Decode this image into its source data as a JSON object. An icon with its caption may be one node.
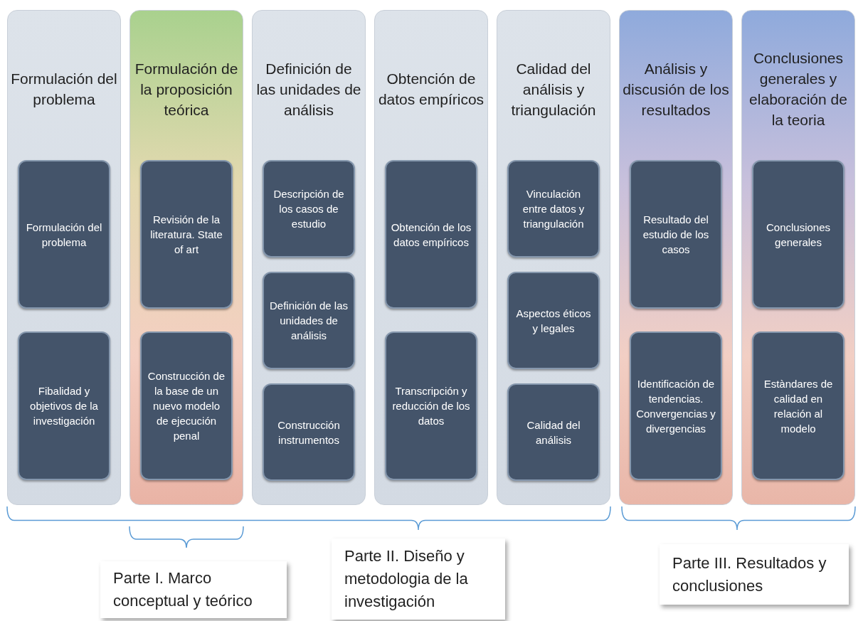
{
  "diagram": {
    "nodes": [
      {
        "text": [
          "Formulación del problema"
        ]
      },
      {
        "text": [
          "Formulación del problema"
        ],
        "in": 0
      },
      {
        "text": [
          "Fibalidad y objetivos de la investigación"
        ],
        "in": 0
      },
      {
        "text": [
          "Formulación de la proposición teórica"
        ]
      },
      {
        "text": [
          "Revisión de la literatura. State of art"
        ],
        "in": 3
      },
      {
        "text": [
          "Construcción de la base de un nuevo modelo de ejecución penal"
        ],
        "in": 3
      },
      {
        "text": [
          "Definición de las unidades de análisis"
        ]
      },
      {
        "text": [
          "Descripción de los casos de estudio"
        ],
        "in": 6
      },
      {
        "text": [
          "Definición de las unidades de análisis"
        ],
        "in": 6
      },
      {
        "text": [
          "Construcción instrumentos"
        ],
        "in": 6
      },
      {
        "text": [
          "Obtención de datos empíricos"
        ]
      },
      {
        "text": [
          "Obtención de los datos empíricos"
        ],
        "in": 10
      },
      {
        "text": [
          "Transcripción y reducción de los datos"
        ],
        "in": 10
      },
      {
        "text": [
          "Calidad del análisis y triangulación"
        ]
      },
      {
        "text": [
          "Vinculación entre datos y triangulación"
        ],
        "in": 13
      },
      {
        "text": [
          "Aspectos éticos y legales"
        ],
        "in": 13
      },
      {
        "text": [
          "Calidad del análisis"
        ],
        "in": 13
      },
      {
        "text": [
          "Análisis y discusión de los resultados"
        ]
      },
      {
        "text": [
          "Resultado del estudio de los casos"
        ],
        "in": 17
      },
      {
        "text": [
          "Identificación de tendencias. Convergencias y divergencias"
        ],
        "in": 17
      },
      {
        "text": [
          "Conclusiones generales y elaboración de la teoria"
        ]
      },
      {
        "text": [
          "Conclusiones generales"
        ],
        "in": 20
      },
      {
        "text": [
          "Estàndares de calidad en relación al modelo"
        ],
        "in": 20
      },
      {
        "text": [
          "Parte I. Marco conceptual y teórico"
        ]
      },
      {
        "text": [
          "Parte II. Diseño y metodologia de la investigación"
        ]
      },
      {
        "text": [
          "Parte III. Resultados y conclusiones"
        ]
      }
    ]
  }
}
